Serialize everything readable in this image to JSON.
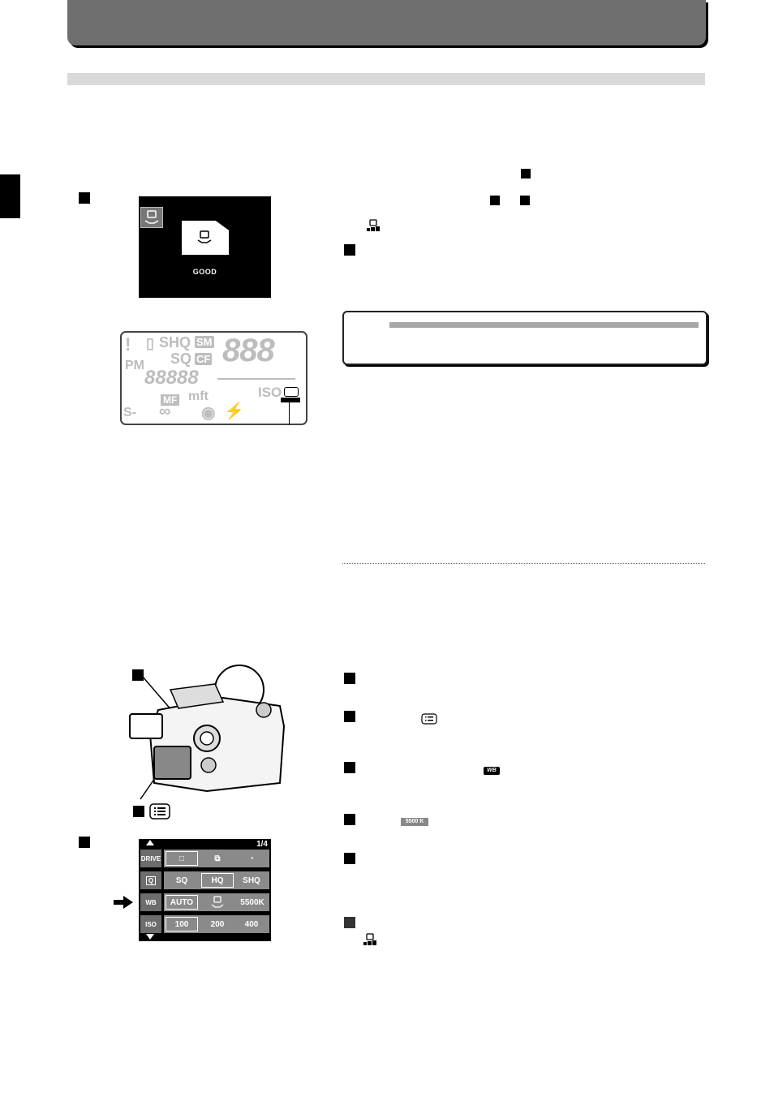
{
  "lcd_screen": {
    "caption": "GOOD"
  },
  "control_panel": {
    "labels": [
      "SHQ",
      "SM",
      "SQ",
      "CF",
      "888",
      "PM",
      "88888",
      "MF",
      "mft",
      "ISO",
      "S-"
    ]
  },
  "menu": {
    "page": "1/4",
    "rows": [
      {
        "label": "DRIVE",
        "options": [
          "□",
          "⧉",
          "◔"
        ],
        "selected": 0
      },
      {
        "label": "Q",
        "options": [
          "SQ",
          "HQ",
          "SHQ"
        ],
        "selected": 1
      },
      {
        "label": "WB",
        "options": [
          "AUTO",
          "",
          "5500K"
        ],
        "selected": 0
      },
      {
        "label": "ISO",
        "options": [
          "100",
          "200",
          "400"
        ],
        "selected": 0
      }
    ]
  },
  "icons": {
    "arrow": "right-arrow-icon",
    "menu_button": "menu-list-icon",
    "custom_wb": "custom-white-balance-icon"
  },
  "inline_labels": {
    "wb": "WB",
    "kelvin": "5500 K"
  }
}
